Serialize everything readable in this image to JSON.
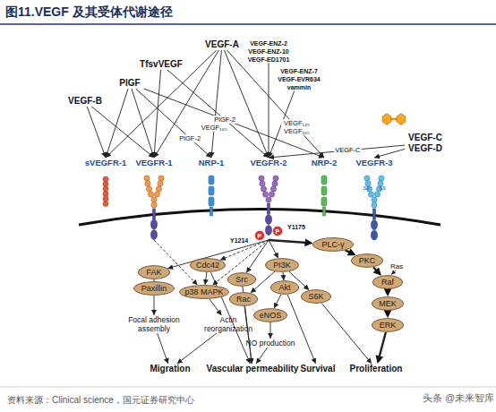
{
  "diagram": {
    "title": "图11.VEGF 及其受体代谢途径",
    "caption": "资料来源：Clinical science，国元证券研究中心",
    "nodes": [
      {
        "text": [
          "VEGF-ENZ-2",
          "VEGF-ENZ-10",
          "VEGF-ED1701"
        ]
      },
      {
        "text": [
          "VEGF-A"
        ]
      },
      {
        "text": [
          "TfsvVEGF"
        ]
      },
      {
        "text": [
          "VEGF-ENZ-7",
          "VEGF-EVR634",
          "vammin"
        ]
      },
      {
        "text": [
          "PlGF"
        ]
      },
      {
        "text": [
          "VEGF-B"
        ]
      },
      {
        "text": [
          "VEGF-C",
          "VEGF-D"
        ]
      },
      {
        "text": [
          "sVEGFR-1"
        ]
      },
      {
        "text": [
          "VEGFR-1"
        ]
      },
      {
        "text": [
          "NRP-1"
        ]
      },
      {
        "text": [
          "VEGFR-2"
        ]
      },
      {
        "text": [
          "NRP-2"
        ]
      },
      {
        "text": [
          "VEGFR-3"
        ]
      },
      {
        "text": [
          "PLC-γ"
        ]
      },
      {
        "text": [
          "Cdc42"
        ]
      },
      {
        "text": [
          "PI3K"
        ]
      },
      {
        "text": [
          "PKC"
        ]
      },
      {
        "text": [
          "FAK"
        ]
      },
      {
        "text": [
          "Src"
        ]
      },
      {
        "text": [
          "Akt"
        ]
      },
      {
        "text": [
          "Raf"
        ]
      },
      {
        "text": [
          "Paxillin"
        ]
      },
      {
        "text": [
          "p38 MAPK"
        ]
      },
      {
        "text": [
          "Rac"
        ]
      },
      {
        "text": [
          "S6K"
        ]
      },
      {
        "text": [
          "MEK"
        ]
      },
      {
        "text": [
          "eNOS"
        ]
      },
      {
        "text": [
          "ERK"
        ]
      },
      {
        "text": [
          "Focal adhesion assembly"
        ]
      },
      {
        "text": [
          "Actin reorganization"
        ]
      },
      {
        "text": [
          "NO production"
        ]
      },
      {
        "text": [
          "Migration"
        ]
      },
      {
        "text": [
          "Vascular permeability"
        ]
      },
      {
        "text": [
          "Survival"
        ]
      },
      {
        "text": [
          "Proliferation"
        ]
      }
    ],
    "edges": [
      {
        "from": 5,
        "to": 7,
        "arrow": "to"
      },
      {
        "from": 5,
        "to": 8,
        "arrow": "to"
      },
      {
        "from": 4,
        "to": 7,
        "arrow": "to"
      },
      {
        "from": 4,
        "to": 8,
        "arrow": "to"
      },
      {
        "from": 4,
        "to": 9,
        "label": "PlGF-2",
        "arrow": "to"
      },
      {
        "from": 4,
        "to": 11,
        "label": "PlGF-2",
        "arrow": "to"
      },
      {
        "from": 2,
        "to": 8,
        "arrow": "to"
      },
      {
        "from": 2,
        "to": 10,
        "arrow": "to"
      },
      {
        "from": 1,
        "to": 7,
        "arrow": "to"
      },
      {
        "from": 1,
        "to": 8,
        "arrow": "to"
      },
      {
        "from": 1,
        "to": 9,
        "label": "VEGF₁₆₅",
        "arrow": "to"
      },
      {
        "from": 1,
        "to": 10,
        "arrow": "to"
      },
      {
        "from": 1,
        "to": 11,
        "label": "VEGF₁₄₅ VEGF₁₆₅",
        "arrow": "to"
      },
      {
        "from": 0,
        "to": 10,
        "arrow": "to"
      },
      {
        "from": 3,
        "to": 10,
        "arrow": "to"
      },
      {
        "from": 6,
        "to": 10,
        "label": "VEGF-C",
        "arrow": "to"
      },
      {
        "from": 6,
        "to": 12,
        "arrow": "to"
      },
      {
        "from": 8,
        "to": 22,
        "arrow": "to"
      },
      {
        "from": 10,
        "to": 17,
        "arrow": "to"
      },
      {
        "from": 10,
        "to": 22,
        "arrow": "to"
      },
      {
        "from": 10,
        "to": 14,
        "arrow": "to"
      },
      {
        "from": 10,
        "to": 18,
        "arrow": "to"
      },
      {
        "from": 10,
        "to": 15,
        "arrow": "to"
      },
      {
        "from": 10,
        "to": 13,
        "arrow": "to"
      },
      {
        "from": 14,
        "to": 22,
        "arrow": "to"
      },
      {
        "from": 17,
        "to": 21,
        "arrow": "none"
      },
      {
        "from": 21,
        "to": 28,
        "arrow": "to"
      },
      {
        "from": 22,
        "to": 29,
        "arrow": "to"
      },
      {
        "from": 28,
        "to": 31,
        "arrow": "to"
      },
      {
        "from": 29,
        "to": 31,
        "arrow": "to"
      },
      {
        "from": 14,
        "to": 32,
        "arrow": "to"
      },
      {
        "from": 18,
        "to": 32,
        "arrow": "to"
      },
      {
        "from": 15,
        "to": 23,
        "arrow": "to"
      },
      {
        "from": 15,
        "to": 19,
        "arrow": "to"
      },
      {
        "from": 15,
        "to": 24,
        "arrow": "to"
      },
      {
        "from": 23,
        "to": 32,
        "arrow": "to"
      },
      {
        "from": 19,
        "to": 26,
        "arrow": "to"
      },
      {
        "from": 19,
        "to": 33,
        "arrow": "to"
      },
      {
        "from": 26,
        "to": 30,
        "arrow": "to"
      },
      {
        "from": 30,
        "to": 32,
        "arrow": "to"
      },
      {
        "from": 24,
        "to": 34,
        "arrow": "to"
      },
      {
        "from": 13,
        "to": 16,
        "arrow": "to"
      },
      {
        "from": 16,
        "to": 20,
        "arrow": "to"
      },
      {
        "from": 20,
        "to": 25,
        "arrow": "to"
      },
      {
        "from": 25,
        "to": 27,
        "arrow": "to"
      },
      {
        "from": 27,
        "to": 34,
        "arrow": "to"
      }
    ],
    "labels": [
      "Y1214",
      "Y1175",
      "P",
      "P",
      "Ras",
      "SS",
      "SS",
      "头条 @未来智库"
    ]
  }
}
